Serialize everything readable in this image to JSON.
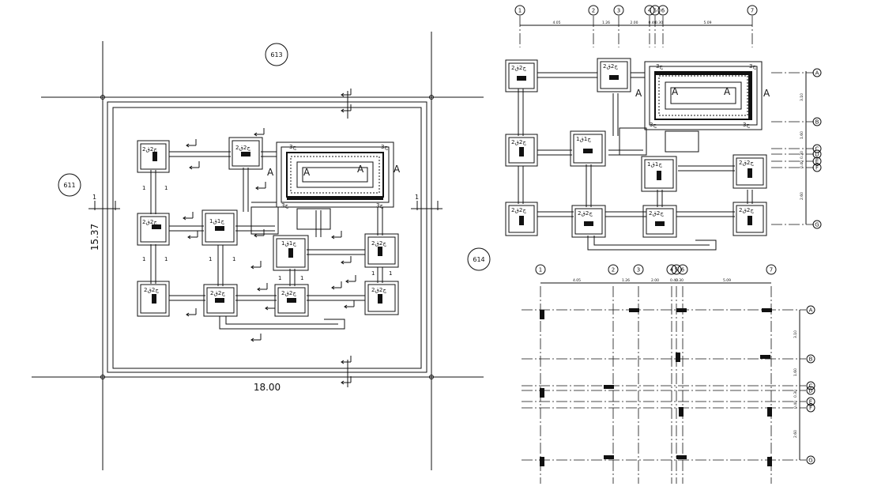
{
  "plot_plan": {
    "width_dim": "18.00",
    "height_dim": "15.37",
    "neighbours": [
      "613",
      "611",
      "614"
    ],
    "section_marks": [
      "1",
      "1"
    ]
  },
  "footing_labels": {
    "f2": "2ج2ق",
    "f1": "1ج1ق",
    "beam": "3ج",
    "section": "A",
    "tie": "1"
  },
  "grid": {
    "axes_top": [
      "1",
      "2",
      "3",
      "4",
      "5",
      "6",
      "7"
    ],
    "axes_right": [
      "A",
      "B",
      "C",
      "D",
      "E",
      "F",
      "G"
    ],
    "spans": [
      "4.05",
      "1.26",
      "2.00",
      "0.40",
      "0.30",
      "5.09"
    ],
    "spans_right": [
      "3.10",
      "1.60",
      "0.30",
      "0.40",
      "2.60"
    ]
  }
}
